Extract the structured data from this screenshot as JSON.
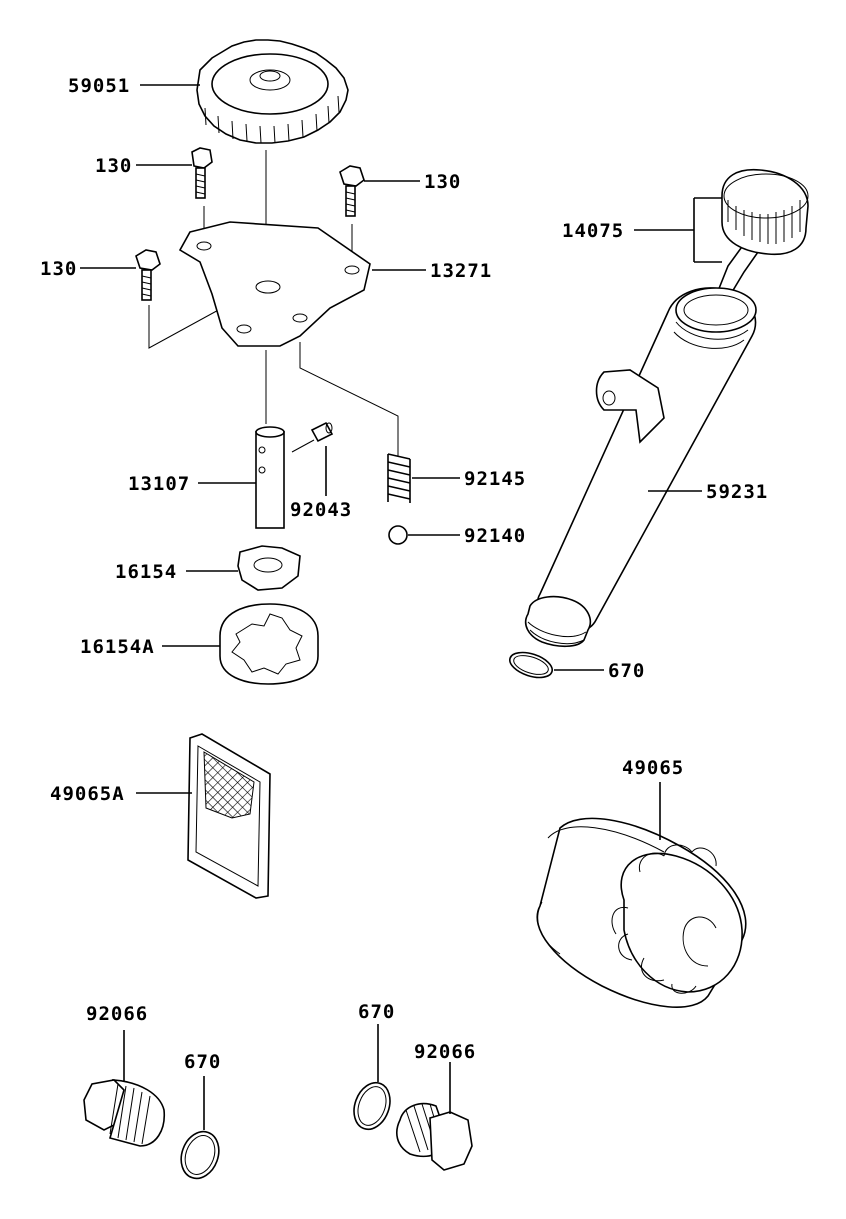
{
  "labels": {
    "gear": "59051",
    "bolt_a": "130",
    "bolt_b": "130",
    "bolt_c": "130",
    "plate": "13271",
    "dipstick": "14075",
    "filler_tube": "59231",
    "shaft": "13107",
    "pin": "92043",
    "spring": "92145",
    "ball": "92140",
    "inner_rotor": "16154",
    "outer_rotor": "16154A",
    "oring_tube": "670",
    "strainer": "49065A",
    "oil_filter": "49065",
    "plug_left": "92066",
    "oring_left": "670",
    "oring_right": "670",
    "plug_right": "92066"
  }
}
